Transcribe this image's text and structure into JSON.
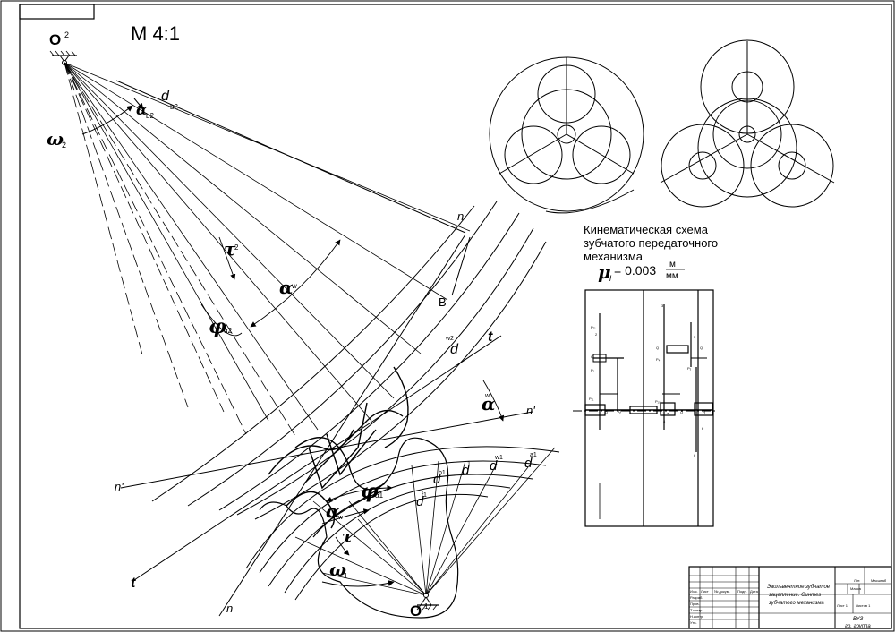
{
  "scale_label": "М 4:1",
  "pivots": {
    "upper": "O",
    "upper_sub": "2",
    "lower": "O",
    "lower_sub": "1"
  },
  "gear_labels": {
    "omega2": "ω",
    "omega2_sub": "2",
    "omega1": "ω",
    "omega1_sub": "1",
    "alpha_b2": "α",
    "alpha_b2_sub": "b2",
    "d_b2": "d",
    "d_b2_sub": "b2",
    "tau2": "τ",
    "tau2_sub": "2",
    "alpha_w_upper": "α",
    "alpha_w_upper_sub": "w",
    "phi_a2": "φ",
    "phi_a2_sub": "α2",
    "b_point": "B",
    "d_w2": "d",
    "d_w2_sub": "w2",
    "t_upper": "t",
    "alpha_w_right": "α",
    "alpha_w_right_sub": "w",
    "n_top": "n",
    "n_prime_right": "n'",
    "n_prime_left": "n'",
    "d_a1": "d",
    "d_a1_sub": "a1",
    "d_w1": "d",
    "d_w1_sub": "w1",
    "d_1": "d",
    "d_1_sub": "1",
    "d_b1": "d",
    "d_b1_sub": "b1",
    "d_f1": "d",
    "d_f1_sub": "f1",
    "phi_a1": "φ",
    "phi_a1_sub": "α1",
    "alpha_w_lower": "α",
    "alpha_w_lower_sub": "w",
    "tau1": "τ",
    "tau1_sub": "1",
    "t_lower": "t",
    "n_bottom": "n"
  },
  "kinematic": {
    "title_line1": "Кинематическая схема",
    "title_line2": "зубчатого передаточного",
    "title_line3": "механизма",
    "mu_symbol": "μ",
    "mu_sub": "l",
    "mu_eq": "= 0.003",
    "unit_num": "м",
    "unit_den": "мм",
    "labels": [
      "P₂₁",
      "2",
      "Q",
      "P₁",
      "P₁₁",
      "3",
      "Q",
      "P₁₀",
      "O",
      "a",
      "O",
      "H",
      "Q",
      "P₄",
      "P₃",
      "5",
      "Q",
      "4",
      "b",
      "6"
    ]
  },
  "title_block": {
    "line1": "Эвольвентное зубчатое",
    "line2": "зацепление. Синтез",
    "line3": "зубчатого механизма",
    "org1": "ВУЗ",
    "org2": "гр. группа",
    "lit": "Лит.",
    "mass": "Масса",
    "scale": "Масштаб",
    "sheet": "Лист 1",
    "sheets": "Листов 1",
    "rows": [
      "Изм.",
      "Лист",
      "№ докум.",
      "Подп.",
      "Дата",
      "Разраб.",
      "Пров.",
      "Т.контр.",
      "Н.контр.",
      "Утв."
    ]
  }
}
